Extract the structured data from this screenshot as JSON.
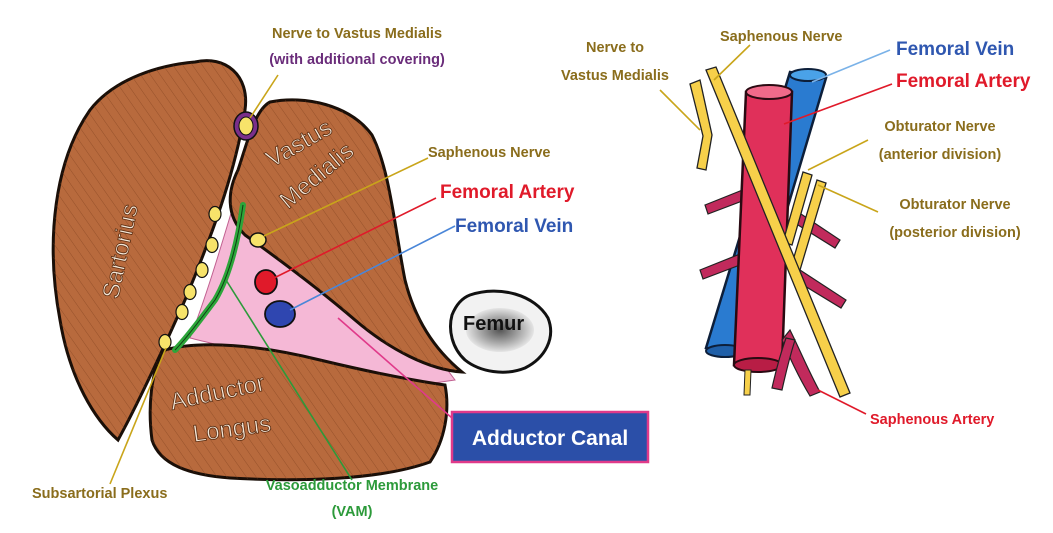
{
  "left_diagram": {
    "muscles": {
      "sartorius": "Sartorius",
      "vastus_medialis_line1": "Vastus",
      "vastus_medialis_line2": "Medialis",
      "adductor_longus_line1": "Adductor",
      "adductor_longus_line2": "Longus"
    },
    "bone": "Femur",
    "labels": {
      "nerve_to_vm_line1": "Nerve to Vastus Medialis",
      "nerve_to_vm_line2": "(with additional covering)",
      "saphenous_nerve": "Saphenous Nerve",
      "femoral_artery": "Femoral Artery",
      "femoral_vein": "Femoral Vein",
      "adductor_canal": "Adductor Canal",
      "subsartorial_plexus": "Subsartorial Plexus",
      "vam_line1": "Vasoadductor Membrane",
      "vam_line2": "(VAM)"
    }
  },
  "right_diagram": {
    "labels": {
      "nerve_to_vm_line1": "Nerve to",
      "nerve_to_vm_line2": "Vastus Medialis",
      "saphenous_nerve": "Saphenous Nerve",
      "femoral_vein": "Femoral Vein",
      "femoral_artery": "Femoral Artery",
      "obturator_anterior_line1": "Obturator Nerve",
      "obturator_anterior_line2": "(anterior division)",
      "obturator_posterior_line1": "Obturator Nerve",
      "obturator_posterior_line2": "(posterior division)",
      "saphenous_artery": "Saphenous Artery"
    }
  },
  "colors": {
    "muscle": "#b86a3d",
    "canal_fill": "#f5b8d6",
    "vam_green": "#2ca63a",
    "nerve_yellow": "#f7e36a",
    "artery_red": "#e01a2a",
    "vein_blue": "#2f57b0",
    "label_olive": "#8a6d1c",
    "adductor_canal_box": "#2b4fa8",
    "adductor_canal_border": "#e03a8a"
  }
}
